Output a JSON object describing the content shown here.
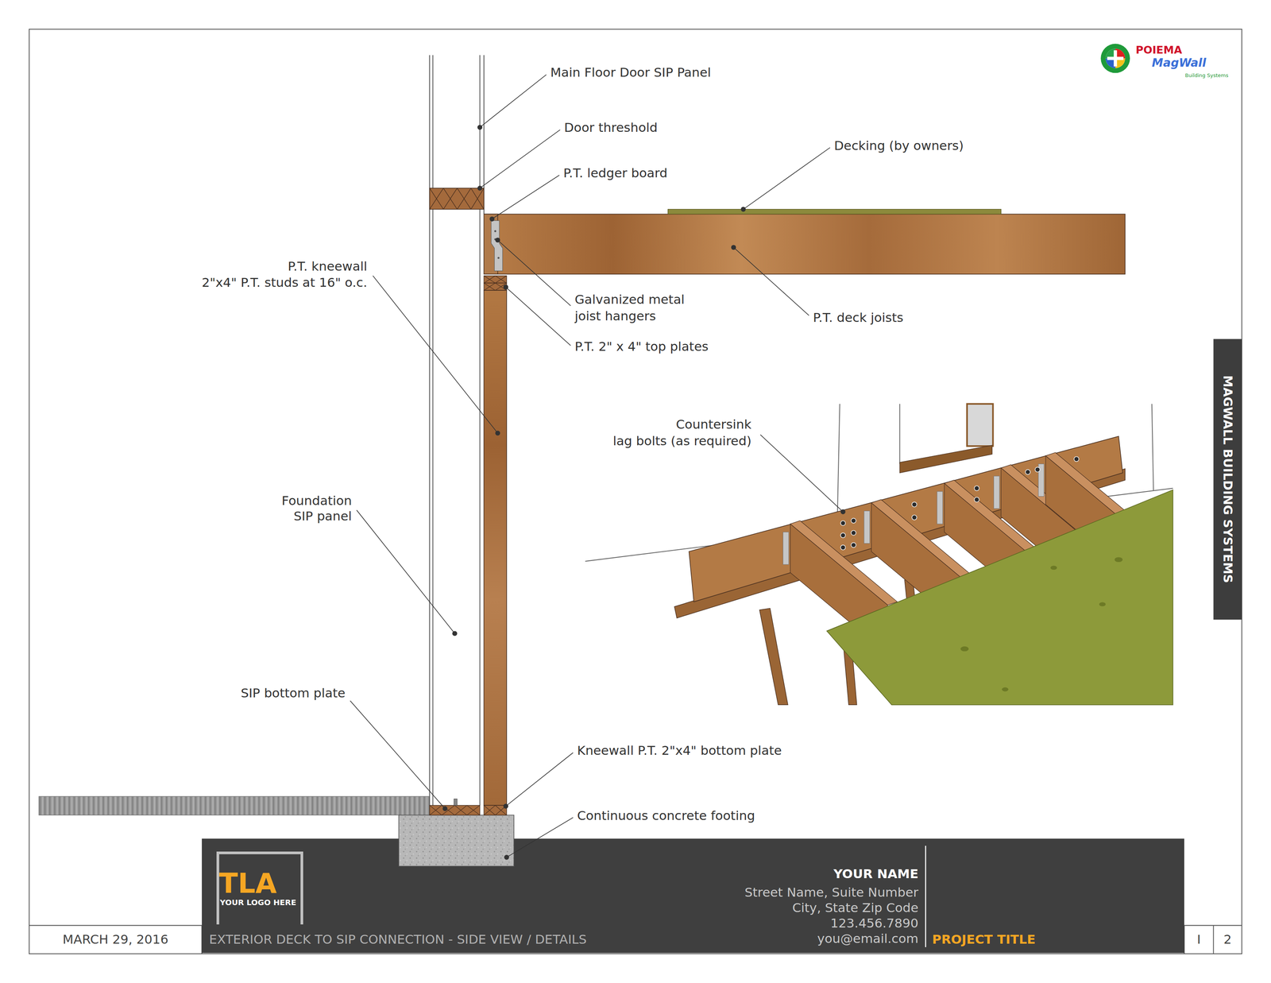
{
  "diagram": {
    "nodes": [
      {
        "text": [
          "MAGWALL BUILDING SYSTEMS"
        ]
      },
      {
        "text": [
          "EXTERIOR DECK TO SIP CONNECTION - SIDE VIEW / DETAILS",
          "YOUR NAME",
          "Street Name, Suite Number",
          "City, State Zip Code",
          "123.456.7890",
          "you@email.com",
          "PROJECT TITLE"
        ]
      },
      {
        "text": [
          "TLA",
          "YOUR LOGO HERE"
        ],
        "in": 1
      },
      {
        "text": [
          "MARCH 29, 2016"
        ]
      },
      {
        "text": [
          "I"
        ]
      },
      {
        "text": [
          "2"
        ]
      }
    ],
    "labels": [
      "Main Floor Door SIP Panel",
      "Door threshold",
      "P.T. ledger board",
      "Decking (by owners)",
      "P.T. kneewall",
      "2\"x4\" P.T. studs at 16\" o.c.",
      "Galvanized metal",
      "joist hangers",
      "P.T. deck joists",
      "P.T. 2\" x 4\" top plates",
      "Countersink",
      "lag bolts (as required)",
      "Foundation",
      "SIP panel",
      "SIP bottom plate",
      "Kneewall P.T. 2\"x4\" bottom plate",
      "Continuous concrete footing",
      "POIEMA",
      "MagWall",
      "Building Systems"
    ]
  }
}
